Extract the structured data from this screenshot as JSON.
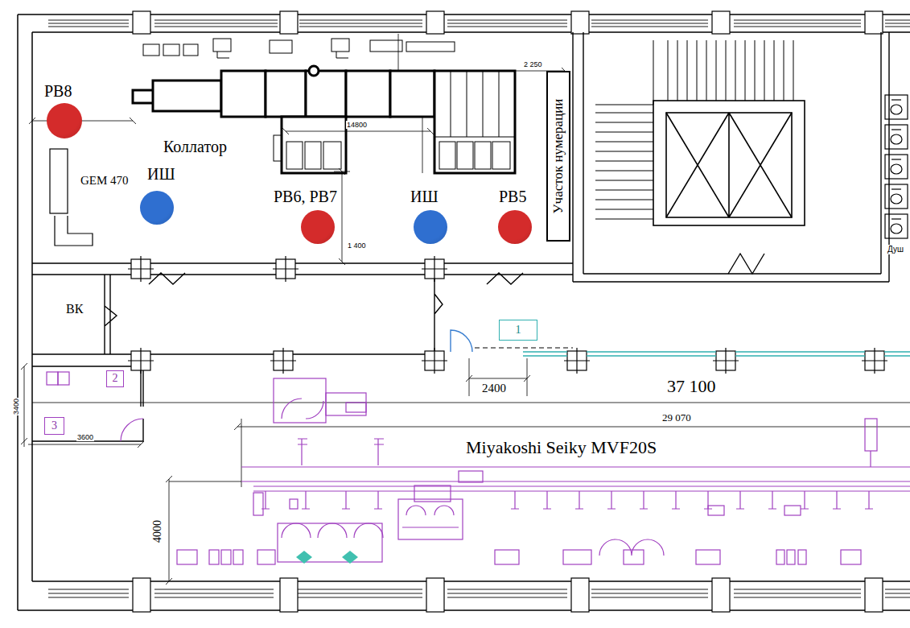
{
  "diagram": {
    "nodes": [
      {
        "text": [
          "РВ8"
        ]
      },
      {
        "text": [
          "ИШ"
        ]
      },
      {
        "text": [
          "РВ6, РВ7"
        ]
      },
      {
        "text": [
          "ИШ"
        ]
      },
      {
        "text": [
          "РВ5"
        ]
      },
      {
        "text": [
          "Участок нумерации"
        ]
      },
      {
        "text": [
          "1"
        ]
      },
      {
        "text": [
          "2"
        ]
      },
      {
        "text": [
          "3"
        ]
      }
    ],
    "labels": [
      "Коллатор",
      "GEM 470",
      "14800",
      "2 250",
      "1 400",
      "ВК",
      "2400",
      "37 100",
      "29 070",
      "Miyakoshi Seiky MVF20S",
      "4000",
      "3400",
      "3600",
      "Душ"
    ]
  }
}
